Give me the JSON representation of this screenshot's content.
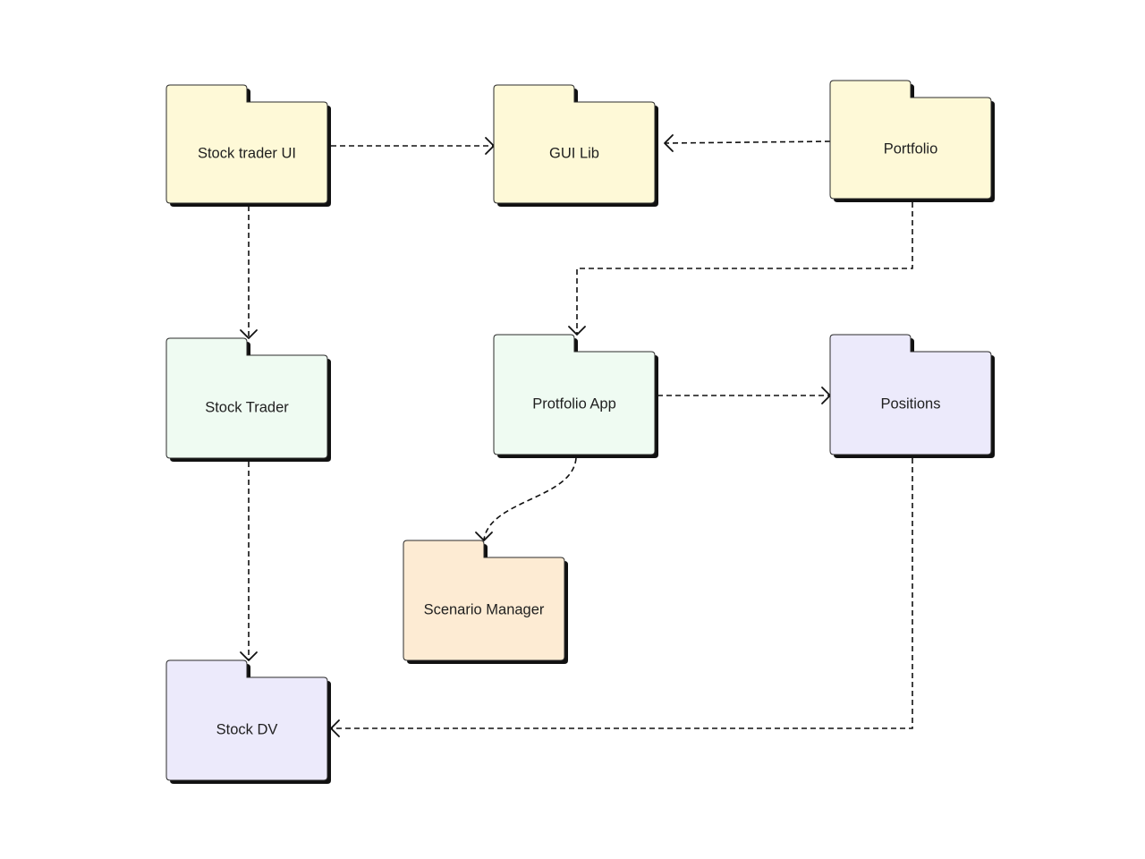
{
  "colors": {
    "yellow": "#FEF9D7",
    "green": "#EFFBF2",
    "lavender": "#ECEAFB",
    "peach": "#FDEBD3",
    "line": "#111111"
  },
  "packages": [
    {
      "id": "stock-trader-ui",
      "label": "Stock trader UI",
      "color": "yellow"
    },
    {
      "id": "gui-lib",
      "label": "GUI Lib",
      "color": "yellow"
    },
    {
      "id": "portfolio",
      "label": "Portfolio",
      "color": "yellow"
    },
    {
      "id": "stock-trader",
      "label": "Stock Trader",
      "color": "green"
    },
    {
      "id": "protfolio-app",
      "label": "Protfolio App",
      "color": "green"
    },
    {
      "id": "positions",
      "label": "Positions",
      "color": "lavender"
    },
    {
      "id": "scenario-manager",
      "label": "Scenario Manager",
      "color": "peach"
    },
    {
      "id": "stock-dv",
      "label": "Stock DV",
      "color": "lavender"
    }
  ],
  "dependencies": [
    {
      "from": "stock-trader-ui",
      "to": "gui-lib"
    },
    {
      "from": "portfolio",
      "to": "gui-lib"
    },
    {
      "from": "stock-trader-ui",
      "to": "stock-trader"
    },
    {
      "from": "portfolio",
      "to": "protfolio-app"
    },
    {
      "from": "protfolio-app",
      "to": "positions"
    },
    {
      "from": "protfolio-app",
      "to": "scenario-manager"
    },
    {
      "from": "stock-trader",
      "to": "stock-dv"
    },
    {
      "from": "positions",
      "to": "stock-dv"
    }
  ]
}
